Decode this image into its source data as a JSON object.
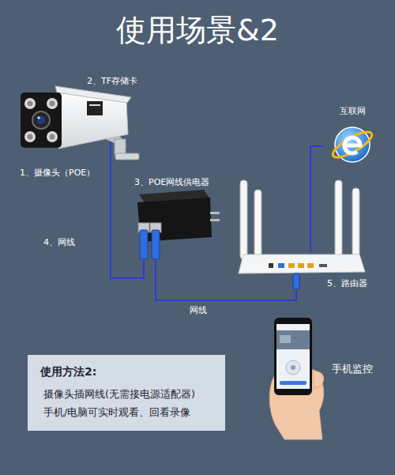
{
  "diagram": {
    "title": "使用场景&2",
    "nodes": [
      {
        "text": [
          "1、摄像头（POE）"
        ]
      },
      {
        "text": [
          "互联网"
        ]
      },
      {
        "text": [
          "3、POE网线供电器"
        ]
      },
      {
        "text": [
          "5、路由器"
        ]
      },
      {
        "text": [
          "使用方法2:",
          "摄像头插网线(无需接电源适配器)",
          "手机/电脑可实时观看、回看录像"
        ]
      },
      {
        "text": [
          "手机监控"
        ]
      }
    ],
    "edges": [
      {
        "from": 0,
        "to": 2,
        "arrow": "none",
        "label": "4、网线"
      },
      {
        "from": 2,
        "to": 3,
        "arrow": "none",
        "label": "网线"
      },
      {
        "from": 3,
        "to": 1,
        "arrow": "none"
      }
    ],
    "labels": [
      "2、TF存储卡"
    ]
  }
}
